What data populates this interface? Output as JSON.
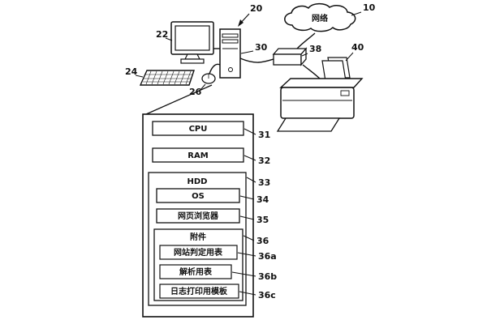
{
  "diagram": {
    "cloud_label": "网络",
    "refs": {
      "r10": "10",
      "r20": "20",
      "r22": "22",
      "r24": "24",
      "r26": "26",
      "r30": "30",
      "r31": "31",
      "r32": "32",
      "r33": "33",
      "r34": "34",
      "r35": "35",
      "r36": "36",
      "r36a": "36a",
      "r36b": "36b",
      "r36c": "36c",
      "r38": "38",
      "r40": "40"
    },
    "blocks": {
      "cpu": "CPU",
      "ram": "RAM",
      "hdd": "HDD",
      "os": "OS",
      "browser": "网页浏览器",
      "attachment": "附件",
      "site_table": "网站判定用表",
      "analysis_table": "解析用表",
      "log_template": "日志打印用模板"
    }
  }
}
